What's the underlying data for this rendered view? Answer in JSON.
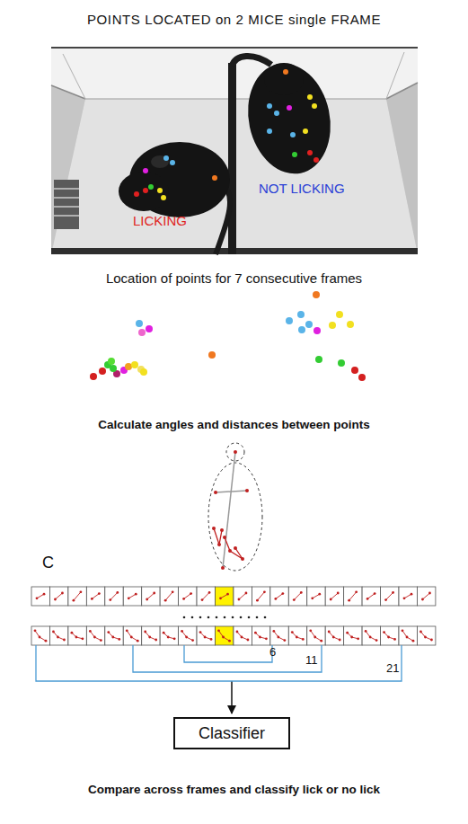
{
  "diagram": {
    "title": "POINTS LOCATED on 2 MICE single FRAME",
    "caption": "Compare across frames and classify lick or no lick",
    "nodes": [
      {
        "text": [
          "Classifier"
        ]
      }
    ],
    "labels": [
      "LICKING",
      "NOT LICKING",
      "Location of points for 7 consecutive frames",
      "Calculate angles and distances between points",
      "C",
      "6",
      "11",
      "21"
    ]
  }
}
